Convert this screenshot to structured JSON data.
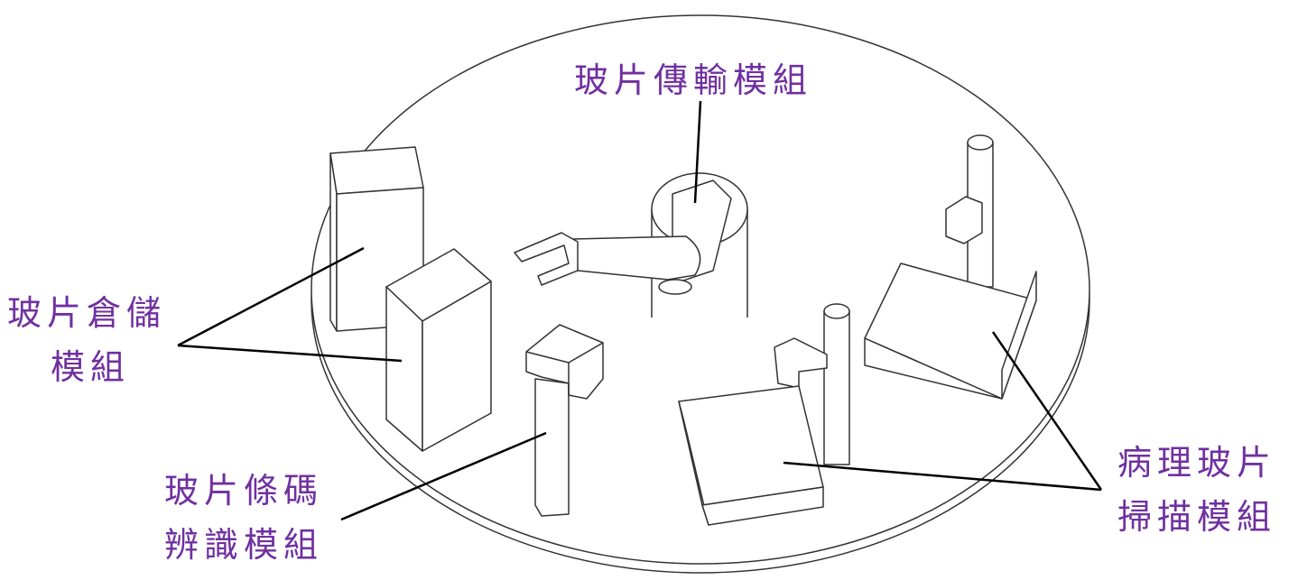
{
  "colors": {
    "label": "#7030A0",
    "line": "#333333"
  },
  "labels": {
    "transfer": "玻片傳輸模組",
    "storage_line1": "玻片倉儲",
    "storage_line2": "模組",
    "barcode_line1": "玻片條碼",
    "barcode_line2": "辨識模組",
    "scanner_line1": "病理玻片",
    "scanner_line2": "掃描模組"
  }
}
